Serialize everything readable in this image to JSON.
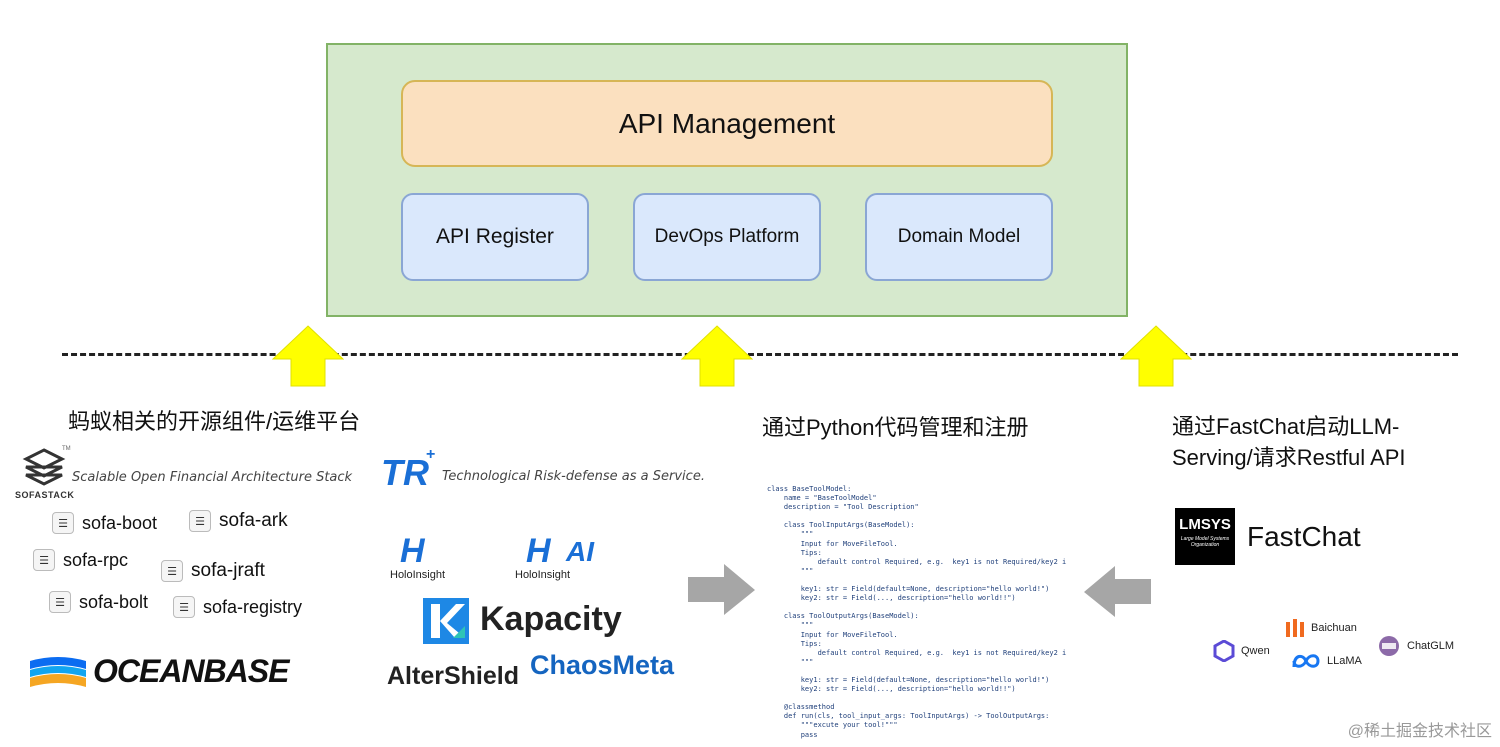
{
  "architecture": {
    "management": "API Management",
    "modules": [
      "API Register",
      "DevOps Platform",
      "Domain Model"
    ]
  },
  "left": {
    "heading": "蚂蚁相关的开源组件/运维平台",
    "sofastack": {
      "logo_text": "SOFASTACK",
      "trademark": "TM",
      "description": "Scalable Open Financial Architecture Stack"
    },
    "sofa_components": [
      "sofa-boot",
      "sofa-ark",
      "sofa-rpc",
      "sofa-jraft",
      "sofa-bolt",
      "sofa-registry"
    ],
    "oceanbase": "OCEANBASE"
  },
  "middle_left": {
    "trase": {
      "logo_text": "TR",
      "description": "Technological Risk-defense as a Service."
    },
    "holoinsight": {
      "logo_text": "H",
      "label": "HoloInsight"
    },
    "holoinsight_ai": {
      "logo_text": "H",
      "ai": "AI",
      "label": "HoloInsight"
    },
    "kapacity": "Kapacity",
    "altershield": "AlterShield",
    "chaosmeta": "ChaosMeta"
  },
  "middle": {
    "heading": "通过Python代码管理和注册",
    "code": [
      "class BaseToolModel:",
      "    name = \"BaseToolModel\"",
      "    description = \"Tool Description\"",
      "",
      "    class ToolInputArgs(BaseModel):",
      "        \"\"\"",
      "        Input for MoveFileTool.",
      "        Tips:",
      "            default control Required, e.g.  key1 is not Required/key2 is Required",
      "        \"\"\"",
      "",
      "        key1: str = Field(default=None, description=\"hello world!\")",
      "        key2: str = Field(..., description=\"hello world!!\")",
      "",
      "    class ToolOutputArgs(BaseModel):",
      "        \"\"\"",
      "        Input for MoveFileTool.",
      "        Tips:",
      "            default control Required, e.g.  key1 is not Required/key2 is Required",
      "        \"\"\"",
      "",
      "        key1: str = Field(default=None, description=\"hello world!\")",
      "        key2: str = Field(..., description=\"hello world!!\")",
      "",
      "    @classmethod",
      "    def run(cls, tool_input_args: ToolInputArgs) -> ToolOutputArgs:",
      "        \"\"\"excute your tool!\"\"\"",
      "        pass"
    ]
  },
  "right": {
    "heading_line1": "通过FastChat启动LLM-",
    "heading_line2": "Serving/请求Restful API",
    "lmsys": {
      "logo_text": "LMSYS",
      "subtitle_line1": "Large Model Systems",
      "subtitle_line2": "Organization"
    },
    "fastchat": "FastChat",
    "models": [
      "Baichuan",
      "ChatGLM",
      "Qwen",
      "LLaMA"
    ]
  },
  "watermark": "@稀土掘金技术社区",
  "colors": {
    "arrow_yellow": "#ffff00",
    "arrow_gray": "#a6a6a6",
    "panel_green": "#d6e9cd",
    "box_orange": "#fbe0bf",
    "box_blue": "#dae8fc",
    "sofa_blue": "#1a6fd6",
    "oceanbase_blue": "#0b6cf1",
    "kapacity_blue": "#1e88e5",
    "chaosmeta_blue": "#1565c0"
  }
}
